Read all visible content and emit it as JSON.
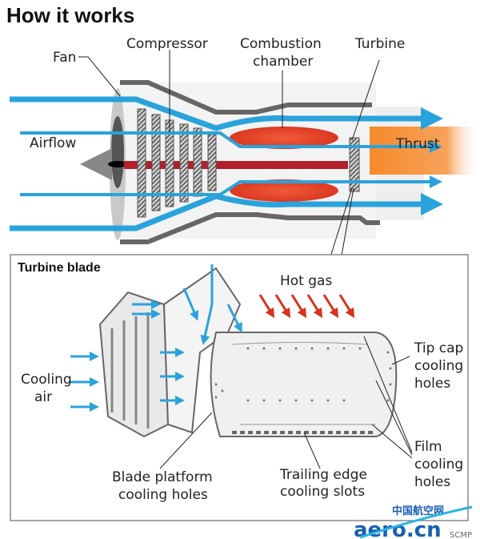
{
  "title": "How it works",
  "engine": {
    "labels": {
      "fan": "Fan",
      "compressor": "Compressor",
      "combustion_line1": "Combustion",
      "combustion_line2": "chamber",
      "turbine": "Turbine",
      "airflow": "Airflow",
      "thrust": "Thrust"
    }
  },
  "blade_panel": {
    "title": "Turbine blade",
    "labels": {
      "hot_gas": "Hot gas",
      "cooling_air_line1": "Cooling",
      "cooling_air_line2": "air",
      "tip_cap_line1": "Tip cap",
      "tip_cap_line2": "cooling",
      "tip_cap_line3": "holes",
      "film_line1": "Film",
      "film_line2": "cooling",
      "film_line3": "holes",
      "platform_line1": "Blade platform",
      "platform_line2": "cooling holes",
      "trailing_line1": "Trailing edge",
      "trailing_line2": "cooling slots"
    }
  },
  "watermark": {
    "cn": "中国航空网",
    "logo": "aero.cn",
    "credit": "SCMP"
  },
  "colors": {
    "air": "#2aa3dc",
    "flame": "#e8452a",
    "casing": "#666666",
    "thrust": "#f59a3c"
  }
}
